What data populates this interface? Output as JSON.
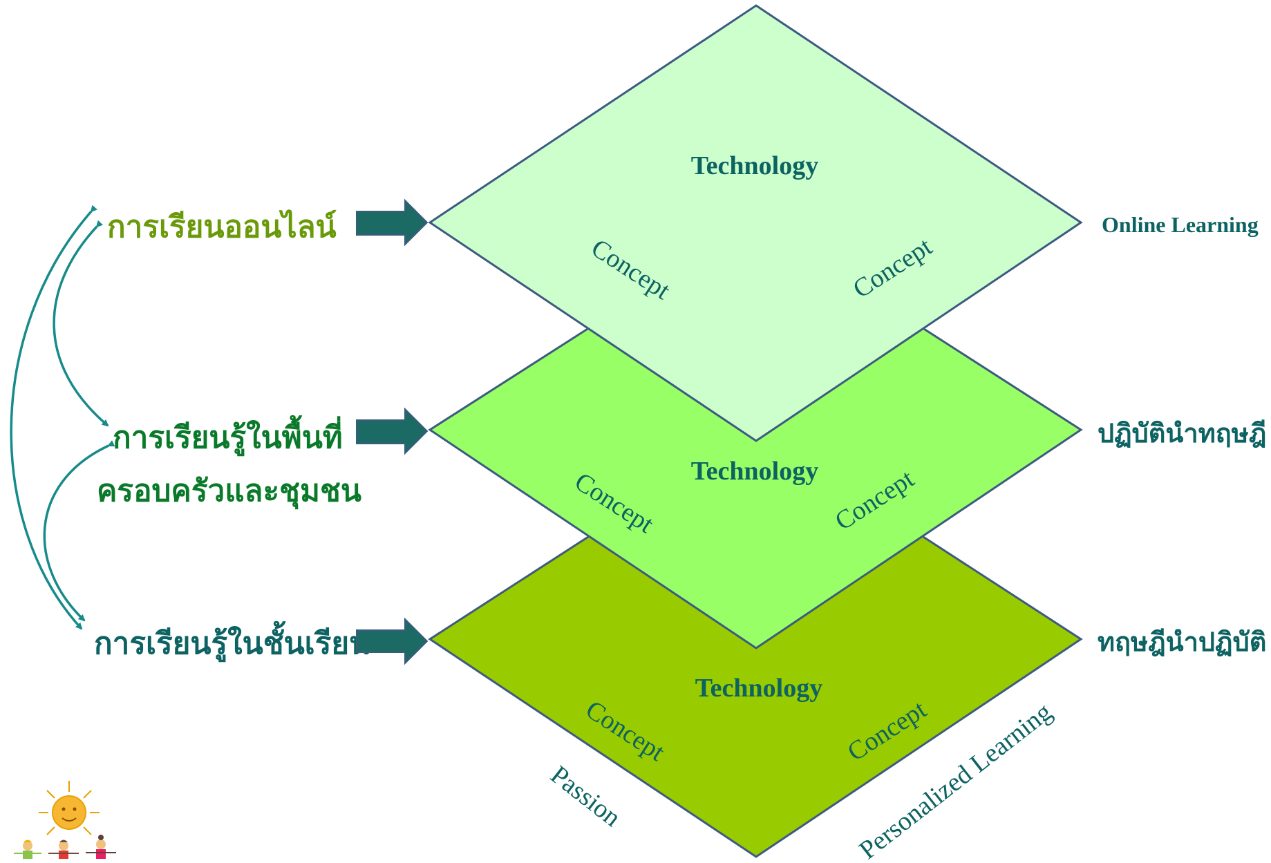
{
  "colors": {
    "layer_top": "#ccffcc",
    "layer_middle": "#99ff66",
    "layer_bottom": "#99cc00",
    "outline": "#3d5a80",
    "arrow_fill": "#1b6a63",
    "text_teal": "#0d6262",
    "text_olive": "#6a9a0a",
    "text_green": "#0a7a2a",
    "curve": "#178a8a"
  },
  "left_labels": {
    "online": "การเรียนออนไลน์",
    "area_line1": "การเรียนรู้ในพื้นที่",
    "area_line2": "ครอบครัวและชุมชน",
    "classroom": "การเรียนรู้ในชั้นเรียน"
  },
  "layers": [
    {
      "technology": "Technology",
      "concept_left": "Concept",
      "concept_right": "Concept"
    },
    {
      "technology": "Technology",
      "concept_left": "Concept",
      "concept_right": "Concept"
    },
    {
      "technology": "Technology",
      "concept_left": "Concept",
      "concept_right": "Concept"
    }
  ],
  "right_labels": {
    "top": "Online Learning",
    "middle": "ปฏิบัตินำทฤษฎี",
    "bottom": "ทฤษฎีนำปฏิบัติ"
  },
  "bottom_labels": {
    "passion": "Passion",
    "personalized": "Personalized Learning"
  },
  "icons": [
    "sun-icon",
    "children-icon"
  ]
}
